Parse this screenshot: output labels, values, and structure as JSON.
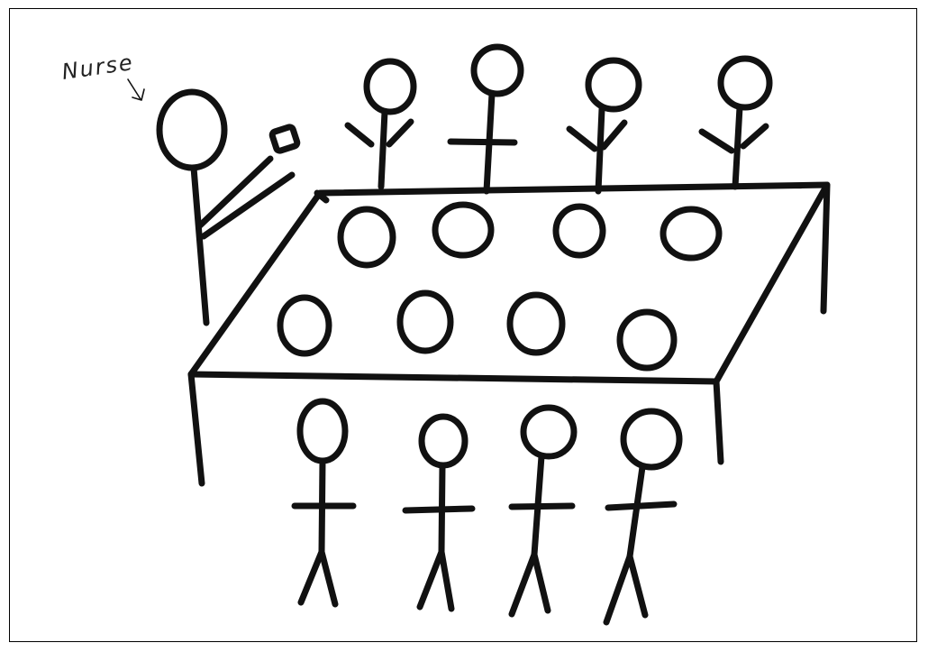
{
  "annotation": {
    "label": "Nurse"
  },
  "figures": {
    "nurse": 1,
    "people_behind_table": 4,
    "people_in_front_of_table": 4,
    "plates_on_table": 8
  },
  "colors": {
    "ink": "#111111",
    "paper": "#ffffff"
  }
}
